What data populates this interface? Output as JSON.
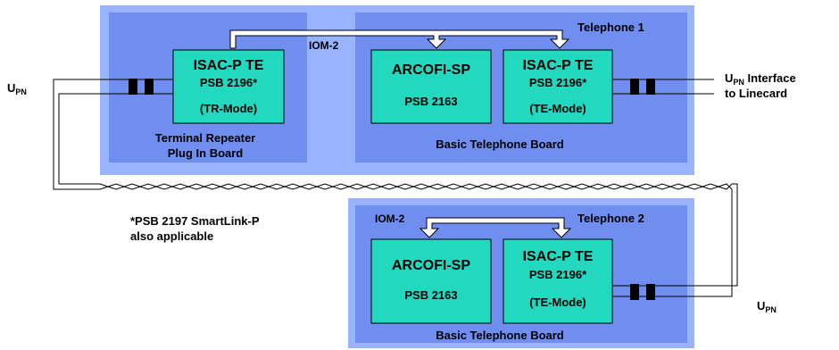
{
  "colors": {
    "outer_panel": "#99b3ff",
    "inner_board": "#6f8ef0",
    "chip": "#22d8bf",
    "chip_border": "#000000",
    "bus_fill": "#ffffff",
    "line": "#000000"
  },
  "top": {
    "telephone_label": "Telephone 1",
    "iom_label": "IOM-2",
    "tr_board": {
      "chip": {
        "title": "ISAC-P TE",
        "part": "PSB 2196*",
        "mode": "(TR-Mode)"
      },
      "caption_line1": "Terminal Repeater",
      "caption_line2": "Plug In Board"
    },
    "basic_board": {
      "codec": {
        "title": "ARCOFI-SP",
        "part": "PSB 2163"
      },
      "isac": {
        "title": "ISAC-P TE",
        "part": "PSB 2196*",
        "mode": "(TE-Mode)"
      },
      "caption": "Basic Telephone Board"
    }
  },
  "bottom": {
    "telephone_label": "Telephone 2",
    "iom_label": "IOM-2",
    "basic_board": {
      "codec": {
        "title": "ARCOFI-SP",
        "part": "PSB 2163"
      },
      "isac": {
        "title": "ISAC-P TE",
        "part": "PSB 2196*",
        "mode": "(TE-Mode)"
      },
      "caption": "Basic Telephone Board"
    }
  },
  "labels": {
    "upn_left": {
      "main": "U",
      "sub": "PN"
    },
    "upn_right": {
      "main": "U",
      "sub": "PN"
    },
    "interface": {
      "main": "U",
      "sub": "PN",
      "rest": " Interface",
      "line2": "to Linecard"
    },
    "note_line1": "*PSB 2197 SmartLink-P",
    "note_line2": "also applicable"
  }
}
